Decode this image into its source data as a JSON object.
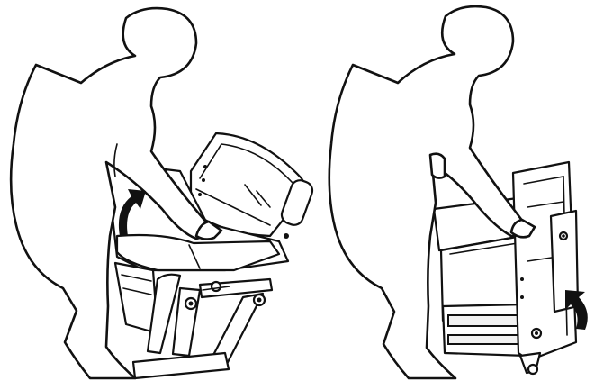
{
  "figure": {
    "panels": [
      {
        "id": "left",
        "arrow_direction": "up-curved"
      },
      {
        "id": "right",
        "arrow_direction": "up-curved"
      }
    ],
    "colors": {
      "line": "#111111",
      "background": "#ffffff"
    }
  }
}
